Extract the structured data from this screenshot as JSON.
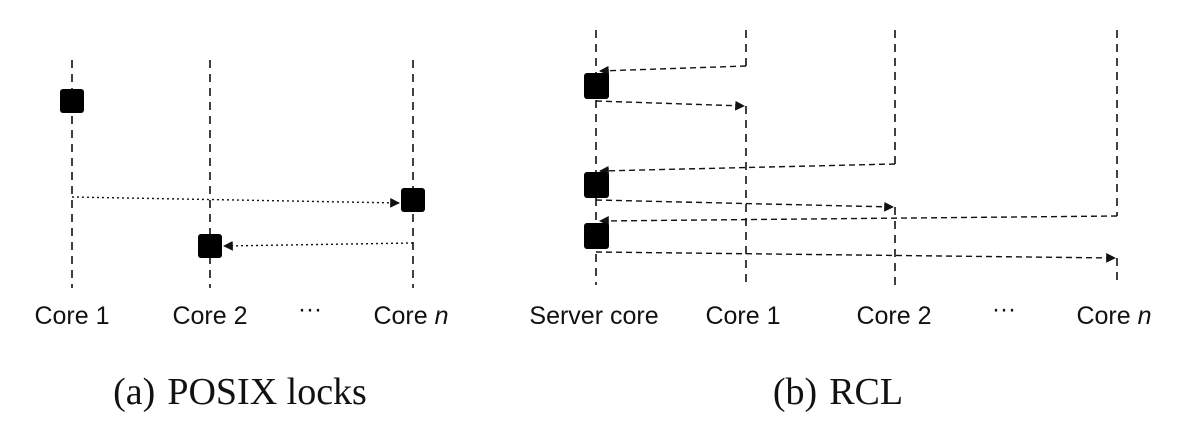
{
  "panel_a": {
    "caption_tag": "(a)",
    "caption_text": "POSIX locks",
    "labels": [
      {
        "prefix": "Core",
        "suffix": "1"
      },
      {
        "prefix": "Core",
        "suffix": "2"
      },
      {
        "prefix": "Core",
        "suffix": "n"
      }
    ],
    "ellipsis": "···"
  },
  "panel_b": {
    "caption_tag": "(b)",
    "caption_text": "RCL",
    "labels": [
      {
        "prefix": "Server core",
        "suffix": ""
      },
      {
        "prefix": "Core",
        "suffix": "1"
      },
      {
        "prefix": "Core",
        "suffix": "2"
      },
      {
        "prefix": "Core",
        "suffix": "n"
      }
    ],
    "ellipsis": "···"
  },
  "colors": {
    "line": "#111111",
    "block": "#000000"
  }
}
